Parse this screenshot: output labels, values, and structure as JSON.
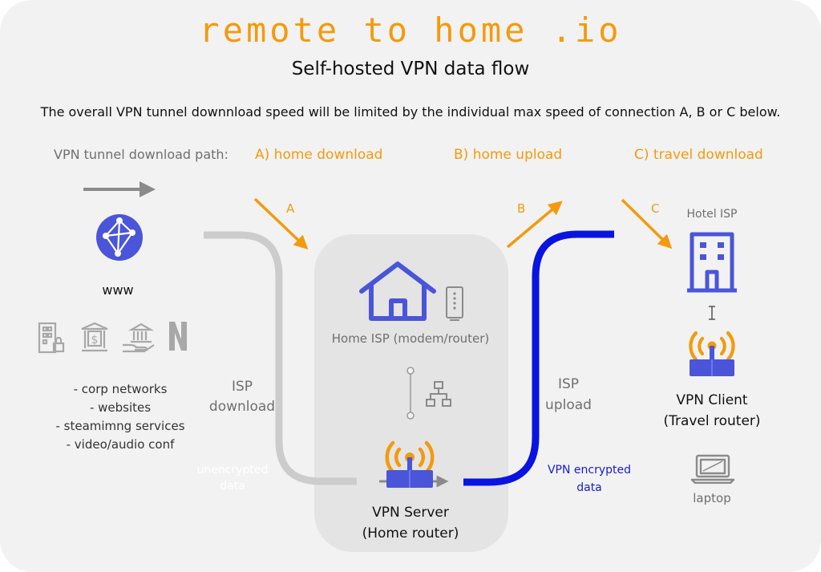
{
  "header": {
    "brand": "remote to home .io",
    "subtitle": "Self-hosted VPN data flow",
    "note": "The overall VPN tunnel downnload speed will be limited by the individual max speed of connection A, B or C below."
  },
  "path_label": "VPN tunnel download path:",
  "connections": {
    "a_label": "A) home download",
    "b_label": "B) home upload",
    "c_label": "C) travel download",
    "a_letter": "A",
    "b_letter": "B",
    "c_letter": "C"
  },
  "www": {
    "label": "www",
    "items": [
      "- corp networks",
      "- websites",
      "- steamimng services",
      "- video/audio conf"
    ]
  },
  "isp_download": [
    "ISP",
    "download"
  ],
  "unencrypted": [
    "unencrypted",
    "data"
  ],
  "home": {
    "isp_label": "Home ISP (modem/router)",
    "server_label": [
      "VPN Server",
      "(Home router)"
    ]
  },
  "isp_upload": [
    "ISP",
    "upload"
  ],
  "vpn_encrypted": [
    "VPN encrypted",
    "data"
  ],
  "travel": {
    "hotel_label": "Hotel ISP",
    "client_label": [
      "VPN Client",
      "(Travel router)"
    ],
    "laptop_label": "laptop"
  },
  "colors": {
    "accent": "#f49a0e",
    "tunnel": "#0a14e0",
    "icon_blue": "#4a55d9",
    "gray_path": "#cccccc"
  }
}
